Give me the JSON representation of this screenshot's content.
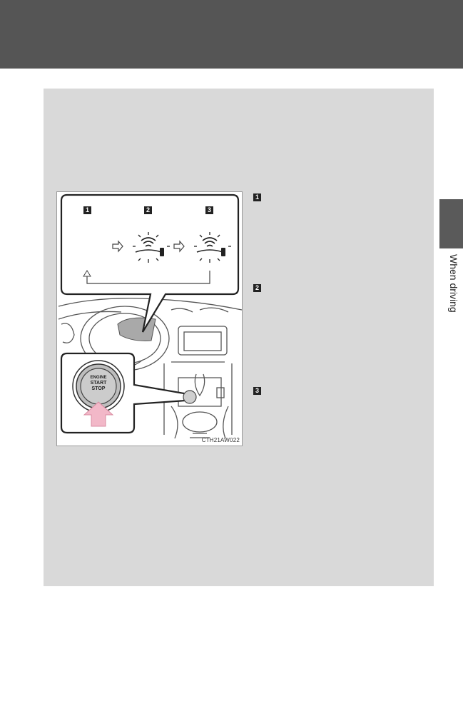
{
  "side_tab": {
    "label": "When driving"
  },
  "figure": {
    "code": "CTH21AW022",
    "display_markers": [
      "1",
      "2",
      "3"
    ],
    "button_lines": [
      "ENGINE",
      "START",
      "STOP"
    ]
  },
  "steps": [
    {
      "marker": "1"
    },
    {
      "marker": "2"
    },
    {
      "marker": "3"
    }
  ],
  "colors": {
    "header": "#555555",
    "panel": "#d9d9d9",
    "arrow": "#f2b8c8"
  }
}
